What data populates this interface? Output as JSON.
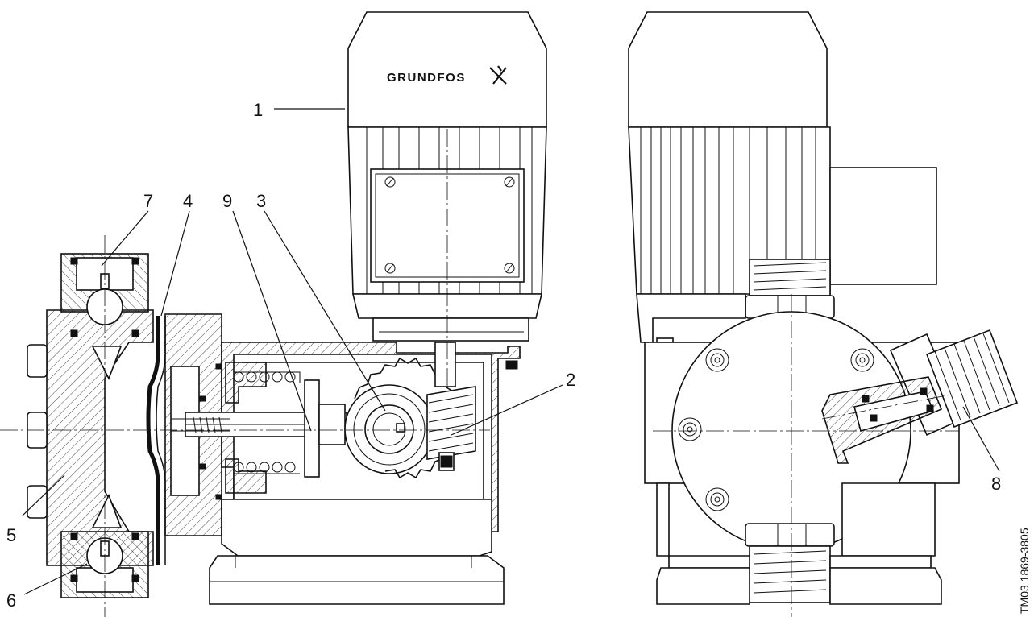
{
  "brand": {
    "text": "GRUNDFOS"
  },
  "drawing_code": "TM03 1869-3805",
  "callouts": [
    {
      "id": "1",
      "label": "1"
    },
    {
      "id": "2",
      "label": "2"
    },
    {
      "id": "3",
      "label": "3"
    },
    {
      "id": "4",
      "label": "4"
    },
    {
      "id": "5",
      "label": "5"
    },
    {
      "id": "6",
      "label": "6"
    },
    {
      "id": "7",
      "label": "7"
    },
    {
      "id": "8",
      "label": "8"
    },
    {
      "id": "9",
      "label": "9"
    }
  ]
}
